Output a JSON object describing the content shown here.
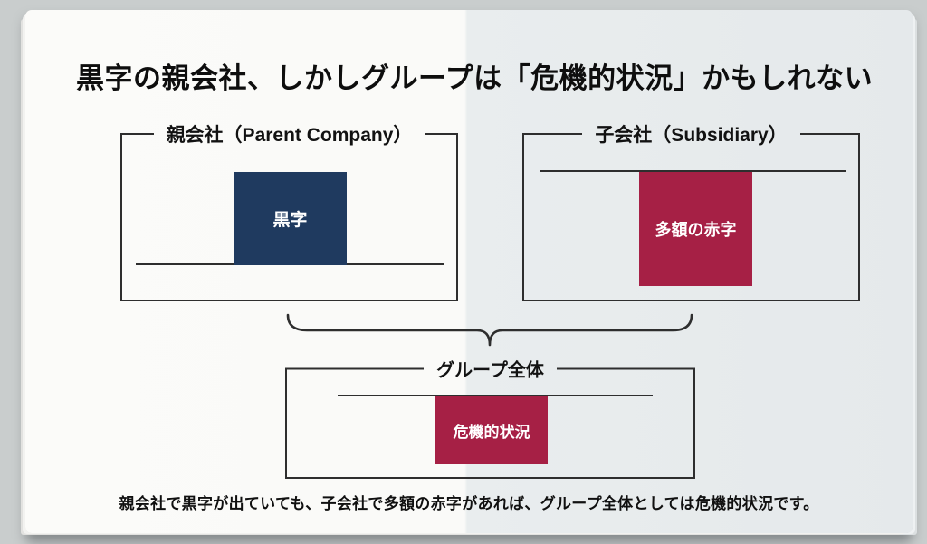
{
  "title": "黒字の親会社、しかしグループは「危機的状況」かもしれない",
  "diagram": {
    "parent_panel": {
      "label": "親会社（Parent Company）",
      "box": "黒字"
    },
    "subsidiary_panel": {
      "label": "子会社（Subsidiary）",
      "box": "多額の赤字"
    },
    "group_panel": {
      "label": "グループ全体",
      "box": "危機的状況"
    }
  },
  "caption": "親会社で黒字が出ていても、子会社で多額の赤字があれば、グループ全体としては危機的状況です。",
  "colors": {
    "profit_navy": "#1f3a5f",
    "deficit_crimson": "#a62045",
    "line": "#2e2e2e",
    "page_left": "#fbfbf9",
    "page_right": "#e8eced",
    "backdrop": "#c8cccc"
  }
}
